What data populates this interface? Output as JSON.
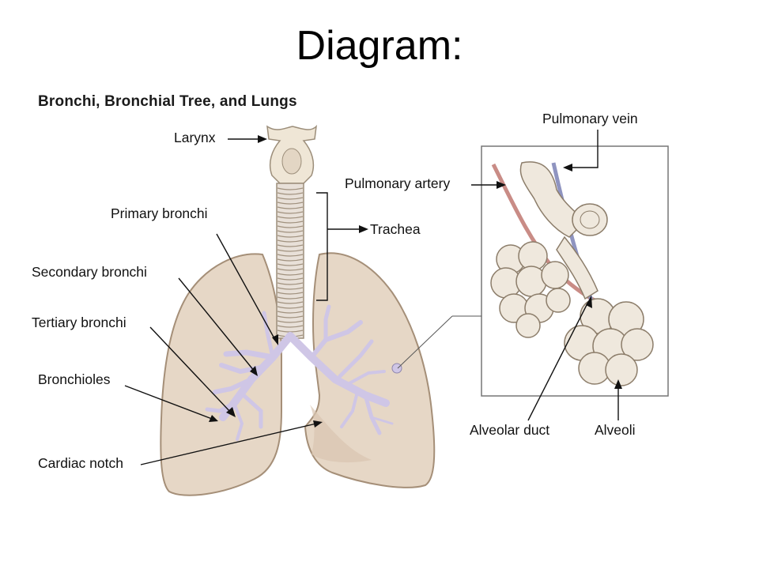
{
  "slide": {
    "title": "Diagram:"
  },
  "figure": {
    "title": "Bronchi, Bronchial Tree, and Lungs",
    "labels": {
      "larynx": "Larynx",
      "trachea": "Trachea",
      "primary_bronchi": "Primary bronchi",
      "secondary_bronchi": "Secondary bronchi",
      "tertiary_bronchi": "Tertiary bronchi",
      "bronchioles": "Bronchioles",
      "cardiac_notch": "Cardiac notch",
      "pulmonary_vein": "Pulmonary vein",
      "pulmonary_artery": "Pulmonary artery",
      "alveolar_duct": "Alveolar duct",
      "alveoli": "Alveoli"
    }
  },
  "colors": {
    "lung_fill": "#e6d7c6",
    "lung_stroke": "#a58f78",
    "airway_fill": "#cfc6e6",
    "airway_stroke": "#8f86ad",
    "artery": "#c98c86",
    "vein": "#8f94c0",
    "alveoli_fill": "#efe8dd",
    "line": "#111111"
  }
}
